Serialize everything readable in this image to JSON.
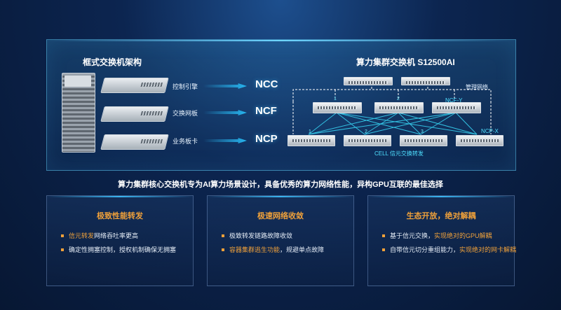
{
  "top": {
    "arch_title": "框式交换机架构",
    "cluster_title": "算力集群交换机 S12500AI",
    "cards": [
      {
        "label": "控制引擎",
        "code": "NCC"
      },
      {
        "label": "交换网板",
        "code": "NCF"
      },
      {
        "label": "业务板卡",
        "code": "NCP"
      }
    ],
    "mgmt_label": "管理网络",
    "ncfy_label": "NCF-Y",
    "ncpx_label": "NCP-X",
    "cell_label": "CELL 信元交换转发",
    "numbers": [
      "1",
      "2",
      "1",
      "2",
      "3"
    ]
  },
  "caption": "算力集群核心交换机专为AI算力场景设计，具备优秀的算力网络性能，异构GPU互联的最佳选择",
  "boxes": [
    {
      "title": "极致性能转发",
      "items": [
        {
          "hl": "信元转发",
          "rest": "网络吞吐率更高"
        },
        {
          "hl": "",
          "rest": "确定性拥塞控制，授权机制确保无拥塞"
        }
      ]
    },
    {
      "title": "极速网络收敛",
      "items": [
        {
          "hl": "",
          "rest": "极致转发链路故障收敛"
        },
        {
          "hl": "容器集群逃生功能",
          "rest": "，规避单点故障"
        }
      ]
    },
    {
      "title": "生态开放，绝对解耦",
      "items": [
        {
          "pre": "基于信元交换，",
          "hl": "实现绝对的GPU解耦"
        },
        {
          "pre": "自带信元切分重组能力，",
          "hl": "实现绝对的网卡解耦"
        }
      ]
    }
  ],
  "colors": {
    "accent": "#f0a13a",
    "cyan": "#4fe0ff"
  }
}
